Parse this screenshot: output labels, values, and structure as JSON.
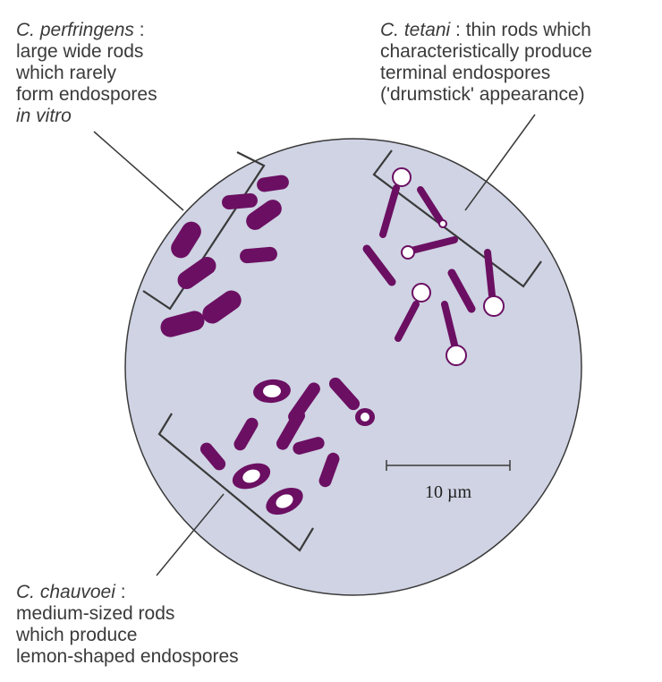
{
  "labels": {
    "perfringens": {
      "name": "C. perfringens",
      "sep": " :",
      "lines": [
        "large wide rods",
        "which rarely",
        "form endospores"
      ],
      "note": "in vitro"
    },
    "tetani": {
      "name": "C. tetani",
      "rest": " : thin rods which",
      "lines": [
        "characteristically produce",
        "terminal endospores",
        "('drumstick' appearance)"
      ]
    },
    "chauvoei": {
      "name": "C. chauvoei",
      "sep": " :",
      "lines": [
        "medium-sized rods",
        "which produce",
        "lemon-shaped endospores"
      ]
    }
  },
  "scale_bar": {
    "label": "10 µm"
  },
  "colors": {
    "field": "#cfd3e3",
    "field_border": "#3a3a3a",
    "bacteria": "#6b0f62",
    "spore": "#ffffff",
    "line": "#3a3a3a"
  }
}
